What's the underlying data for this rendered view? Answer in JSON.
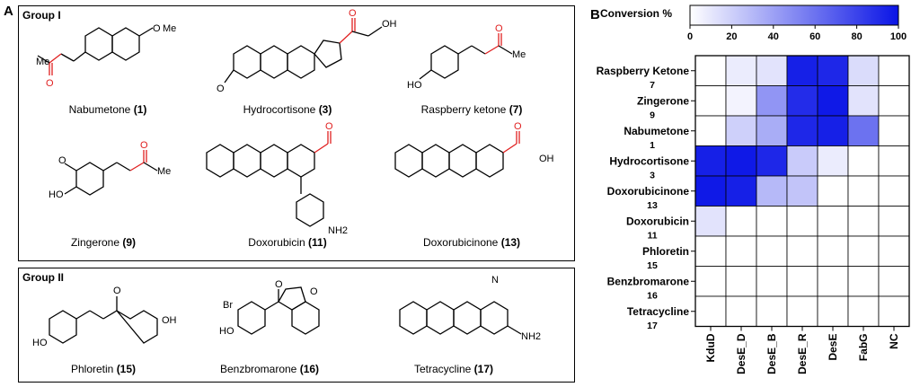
{
  "panel_a": {
    "letter": "A",
    "group1": {
      "title": "Group I",
      "compounds": [
        {
          "name": "Nabumetone",
          "num": "(1)"
        },
        {
          "name": "Hydrocortisone",
          "num": "(3)"
        },
        {
          "name": "Raspberry ketone",
          "num": "(7)"
        },
        {
          "name": "Zingerone",
          "num": "(9)"
        },
        {
          "name": "Doxorubicin",
          "num": "(11)"
        },
        {
          "name": "Doxorubicinone",
          "num": "(13)"
        }
      ]
    },
    "group2": {
      "title": "Group II",
      "compounds": [
        {
          "name": "Phloretin",
          "num": "(15)"
        },
        {
          "name": "Benzbromarone",
          "num": "(16)"
        },
        {
          "name": "Tetracycline",
          "num": "(17)"
        }
      ]
    },
    "atoms": {
      "o": "O",
      "ome": "O",
      "me": "Me",
      "ho": "HO",
      "oh": "OH",
      "nh2": "NH2",
      "n": "N",
      "br": "Br"
    }
  },
  "panel_b": {
    "letter": "B"
  },
  "chart_data": {
    "type": "heatmap",
    "title": "Conversion %",
    "colorbar": {
      "min": 0,
      "max": 100,
      "ticks": [
        "0",
        "20",
        "40",
        "60",
        "80",
        "100"
      ],
      "color_low": "#ffffff",
      "color_high": "#0a14e6"
    },
    "columns": [
      "KduD",
      "DesE_D",
      "DesE_B",
      "DesE_R",
      "DesE",
      "FabG",
      "NC"
    ],
    "rows": [
      {
        "name": "Raspberry Ketone",
        "num": "7"
      },
      {
        "name": "Zingerone",
        "num": "9"
      },
      {
        "name": "Nabumetone",
        "num": "1"
      },
      {
        "name": "Hydrocortisone",
        "num": "3"
      },
      {
        "name": "Doxorubicinone",
        "num": "13"
      },
      {
        "name": "Doxorubicin",
        "num": "11"
      },
      {
        "name": "Phloretin",
        "num": "15"
      },
      {
        "name": "Benzbromarone",
        "num": "16"
      },
      {
        "name": "Tetracycline",
        "num": "17"
      }
    ],
    "values": [
      [
        0,
        8,
        12,
        95,
        92,
        15,
        0
      ],
      [
        0,
        5,
        45,
        90,
        98,
        12,
        0
      ],
      [
        0,
        20,
        35,
        92,
        95,
        60,
        0
      ],
      [
        95,
        98,
        92,
        22,
        8,
        0,
        0
      ],
      [
        98,
        95,
        30,
        25,
        0,
        0,
        0
      ],
      [
        12,
        0,
        0,
        0,
        0,
        0,
        0
      ],
      [
        0,
        0,
        0,
        0,
        0,
        0,
        0
      ],
      [
        0,
        0,
        0,
        0,
        0,
        0,
        0
      ],
      [
        0,
        0,
        0,
        0,
        0,
        0,
        0
      ]
    ]
  }
}
